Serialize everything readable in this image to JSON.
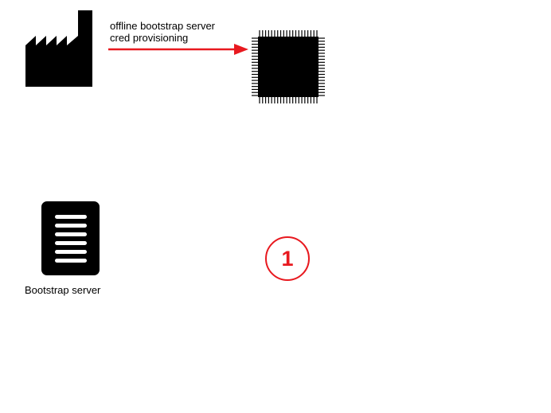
{
  "diagram": {
    "nodes": {
      "factory": {
        "icon": "factory-icon"
      },
      "device": {
        "icon": "chip-icon"
      },
      "server": {
        "icon": "server-icon",
        "label": "Bootstrap server"
      }
    },
    "edges": [
      {
        "from": "factory",
        "to": "device",
        "label_lines": [
          "offline bootstrap server",
          "cred provisioning"
        ],
        "color": "#e8191f"
      }
    ],
    "step_badge": {
      "number": "1",
      "color": "#e8191f"
    }
  }
}
